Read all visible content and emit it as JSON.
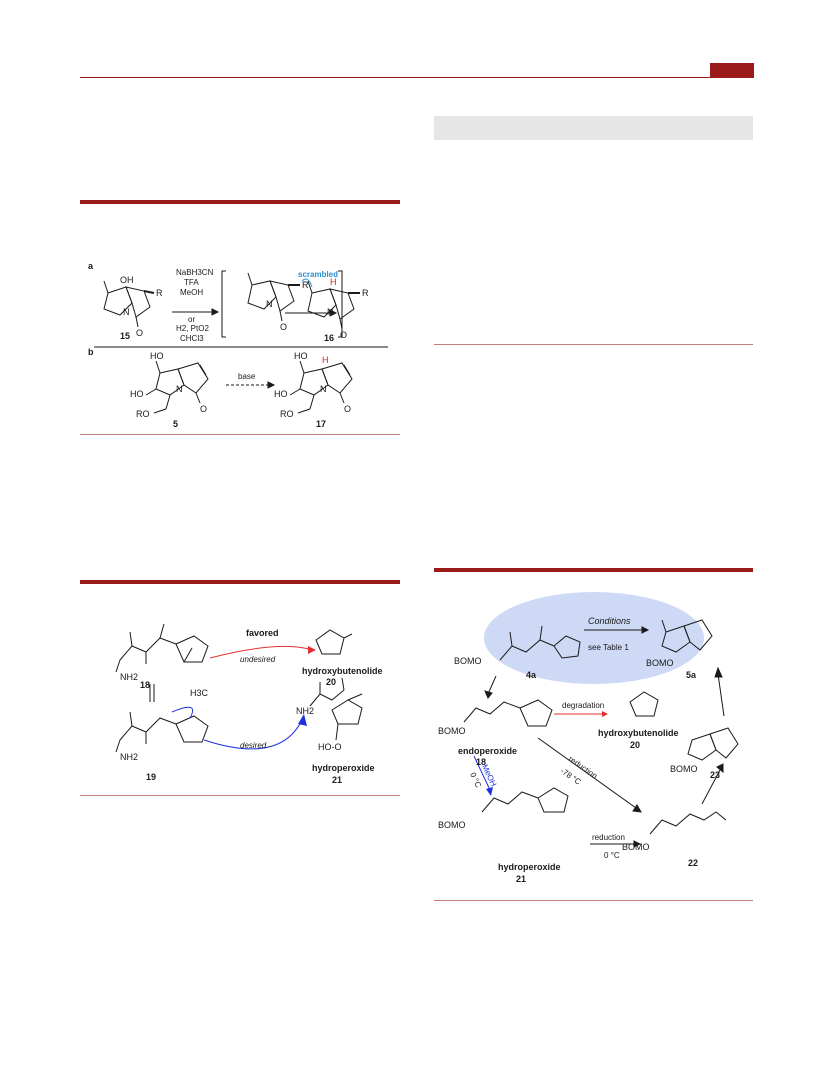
{
  "colors": {
    "accent": "#9b1b1b",
    "table_header": "#e6e6e6",
    "highlight_ellipse": "#cdd9f5",
    "favored_arrow": "#e03030",
    "desired_arrow": "#2030e0",
    "scrambled_label": "#2a8fd6",
    "h_label": "#e02020"
  },
  "scheme_top": {
    "panel_a_label": "a",
    "panel_b_label": "b",
    "reagents": [
      "NaBH3CN",
      "TFA",
      "MeOH",
      "or",
      "H2, PtO2",
      "CHCl3"
    ],
    "cmpd_15": "15",
    "cmpd_16": "16",
    "cmpd_5": "5",
    "cmpd_17": "17",
    "scrambled": "scrambled",
    "base": "base",
    "h": "H",
    "oh": "OH",
    "ho": "HO",
    "ro": "RO",
    "r": "R",
    "n": "N",
    "o": "O"
  },
  "scheme_mid": {
    "favored": "favored",
    "undesired": "undesired",
    "desired": "desired",
    "hydroxybutenolide": "hydroxybutenolide",
    "hydroperoxide": "hydroperoxide",
    "cmpd_18": "18",
    "cmpd_19": "19",
    "cmpd_20": "20",
    "cmpd_21": "21",
    "nh2": "NH2",
    "h3c": "H3C",
    "hooh": "HO-O"
  },
  "scheme_right": {
    "conditions": "Conditions",
    "see_table": "see Table 1",
    "cmpd_4a": "4a",
    "cmpd_5a": "5a",
    "degradation": "degradation",
    "endoperoxide": "endoperoxide",
    "cmpd_18": "18",
    "hydroxybutenolide": "hydroxybutenolide",
    "cmpd_20": "20",
    "reduction1": "reduction",
    "temp1": "-78 °C",
    "meoh": "MeOH",
    "temp0": "0 °C",
    "hydroperoxide": "hydroperoxide",
    "cmpd_21": "21",
    "reduction2": "reduction",
    "temp2": "0 °C",
    "cmpd_22": "22",
    "cmpd_23": "23",
    "bomo": "BOMO"
  }
}
